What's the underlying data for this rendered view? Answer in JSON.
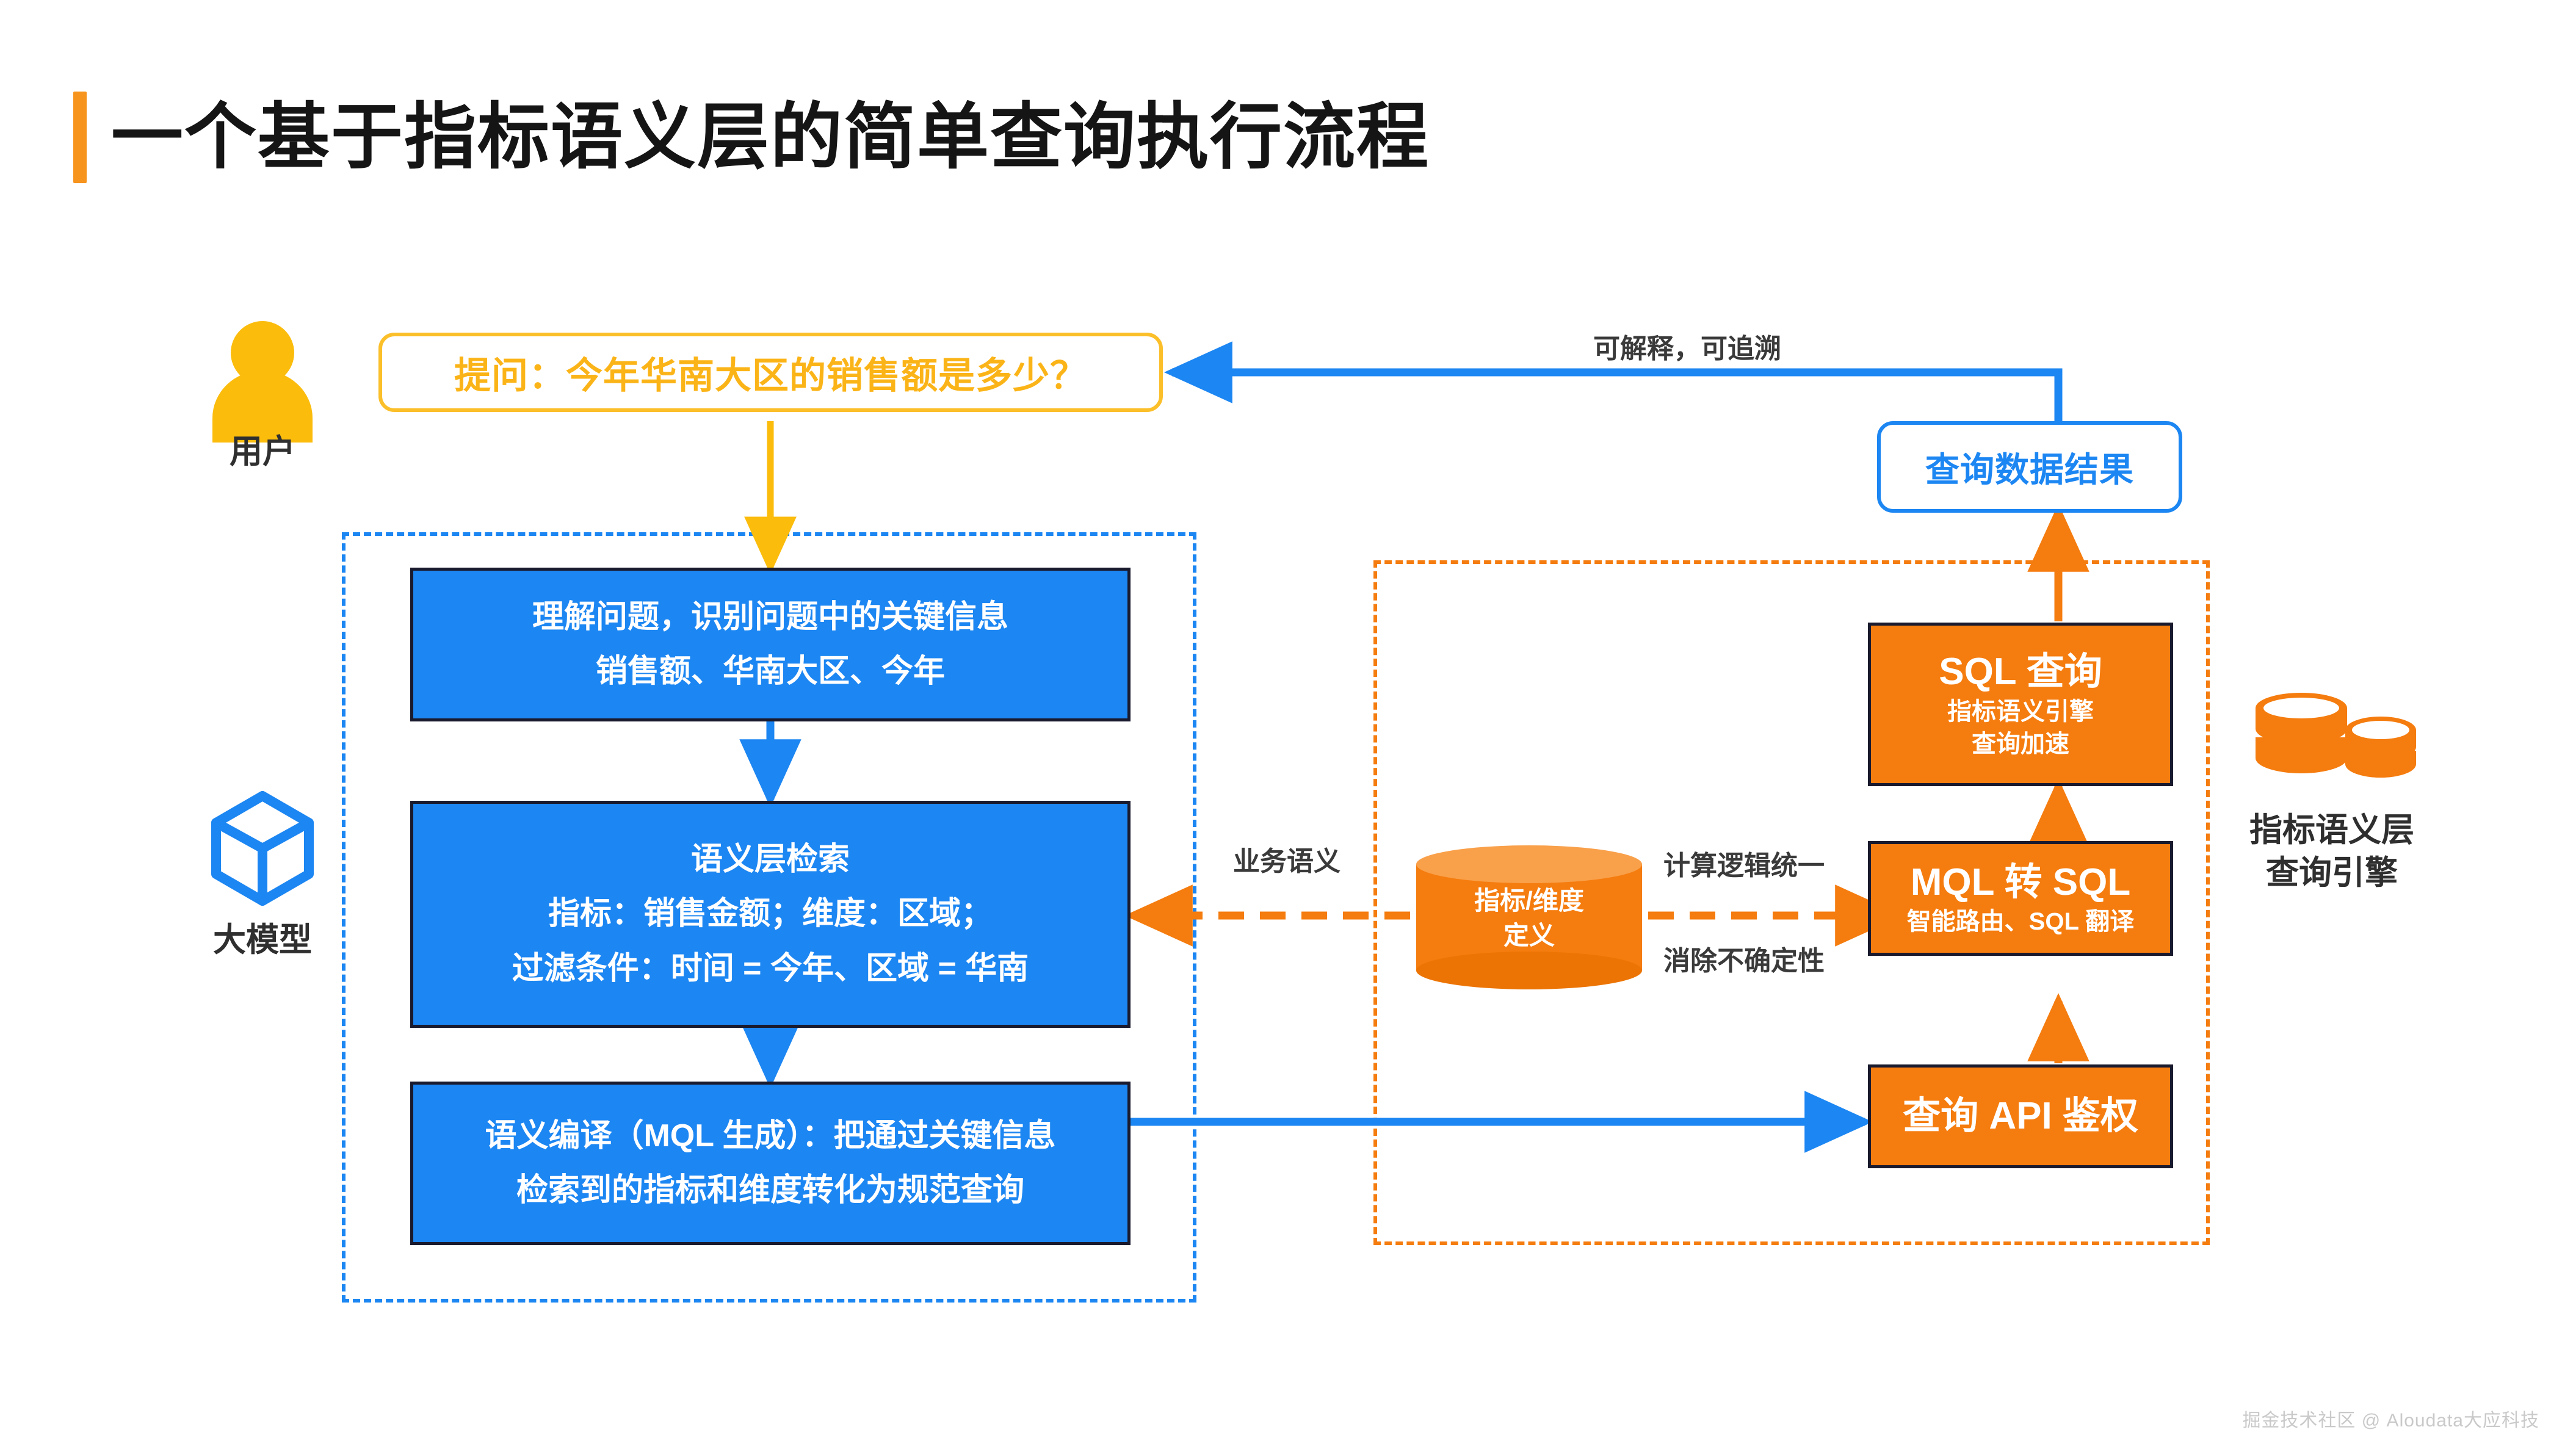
{
  "page": {
    "title": "一个基于指标语义层的简单查询执行流程",
    "accent_color": "#F7941E",
    "watermark": "掘金技术社区 @ Aloudata大应科技"
  },
  "colors": {
    "blue": "#1C86F2",
    "orange": "#F57C0E",
    "amber": "#FBBC0C",
    "box_border": "#1a1a2e",
    "label_text": "#3a3a3a"
  },
  "actors": {
    "user": {
      "icon": "user-icon",
      "label": "用户",
      "color": "#FBBC0C"
    },
    "llm": {
      "icon": "cube-icon",
      "label": "大模型",
      "color": "#1C86F2"
    },
    "engine": {
      "icon": "database-stack-icon",
      "label_line1": "指标语义层",
      "label_line2": "查询引擎",
      "color": "#F57C0E"
    }
  },
  "question_box": {
    "text": "提问：今年华南大区的销售额是多少？"
  },
  "result_box": {
    "text": "查询数据结果"
  },
  "llm_zone": {
    "steps": [
      {
        "lines": [
          "理解问题，识别问题中的关键信息",
          "销售额、华南大区、今年"
        ]
      },
      {
        "lines": [
          "语义层检索",
          "指标：销售金额；维度：区域；",
          "过滤条件：时间 = 今年、区域 = 华南"
        ]
      },
      {
        "lines": [
          "语义编译（MQL 生成）：把通过关键信息",
          "检索到的指标和维度转化为规范查询"
        ]
      }
    ]
  },
  "engine_zone": {
    "store": {
      "line1": "指标/维度",
      "line2": "定义"
    },
    "boxes": [
      {
        "title": "SQL 查询",
        "subs": [
          "指标语义引擎",
          "查询加速"
        ]
      },
      {
        "title": "MQL 转 SQL",
        "subs": [
          "智能路由、SQL 翻译"
        ]
      },
      {
        "title": "查询 API 鉴权",
        "subs": []
      }
    ]
  },
  "edge_labels": {
    "traceable": "可解释，可追溯",
    "business_semantics": "业务语义",
    "unified_logic": "计算逻辑统一",
    "remove_uncertainty": "消除不确定性"
  }
}
